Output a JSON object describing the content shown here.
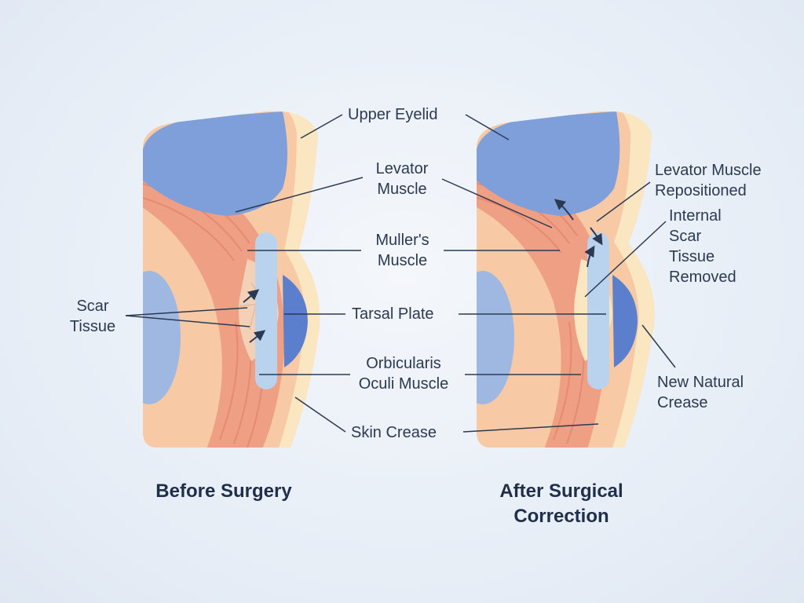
{
  "labels": {
    "upper_eyelid": "Upper Eyelid",
    "levator_muscle": [
      "Levator",
      "Muscle"
    ],
    "mullers_muscle": [
      "Muller's",
      "Muscle"
    ],
    "tarsal_plate": "Tarsal Plate",
    "orbicularis": [
      "Orbicularis",
      "Oculi Muscle"
    ],
    "skin_crease": "Skin Crease",
    "scar_tissue": [
      "Scar",
      "Tissue"
    ],
    "levator_repositioned": [
      "Levator Muscle",
      "Repositioned"
    ],
    "internal_scar_removed": [
      "Internal",
      "Scar",
      "Tissue",
      "Removed"
    ],
    "new_natural_crease": [
      "New Natural",
      "Crease"
    ]
  },
  "captions": {
    "before": "Before Surgery",
    "after": [
      "After Surgical",
      "Correction"
    ]
  },
  "colors": {
    "skin": "#f7c9a4",
    "muscle": "#ee9f84",
    "fat_blue": "#7e9fd9",
    "fascia": "#fbe6c2",
    "tarsal_blue": "#b9d3ee",
    "line": "#2b3a52"
  }
}
